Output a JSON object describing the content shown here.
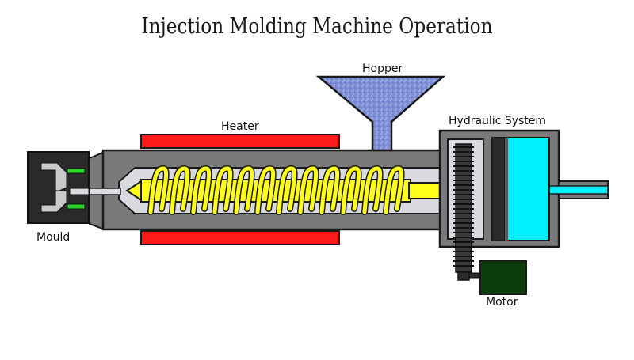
{
  "title": "Injection Molding Machine Operation",
  "labels": {
    "hopper": "Hopper",
    "heater": "Heater",
    "hydraulic": "Hydraulic System",
    "mould": "Mould",
    "motor": "Motor"
  },
  "colors": {
    "heater": "#ff1a1a",
    "screw": "#ffff1a",
    "barrel": "#7a7a7a",
    "barrel_inner": "#d9dbe0",
    "hopper": "#7f8fd6",
    "hydraulic_fluid": "#00f0ff",
    "mould": "#2a2a2a",
    "mould_cavity": "#2bd42b",
    "motor": "#0d3d0d",
    "outline": "#1a1a1a"
  }
}
